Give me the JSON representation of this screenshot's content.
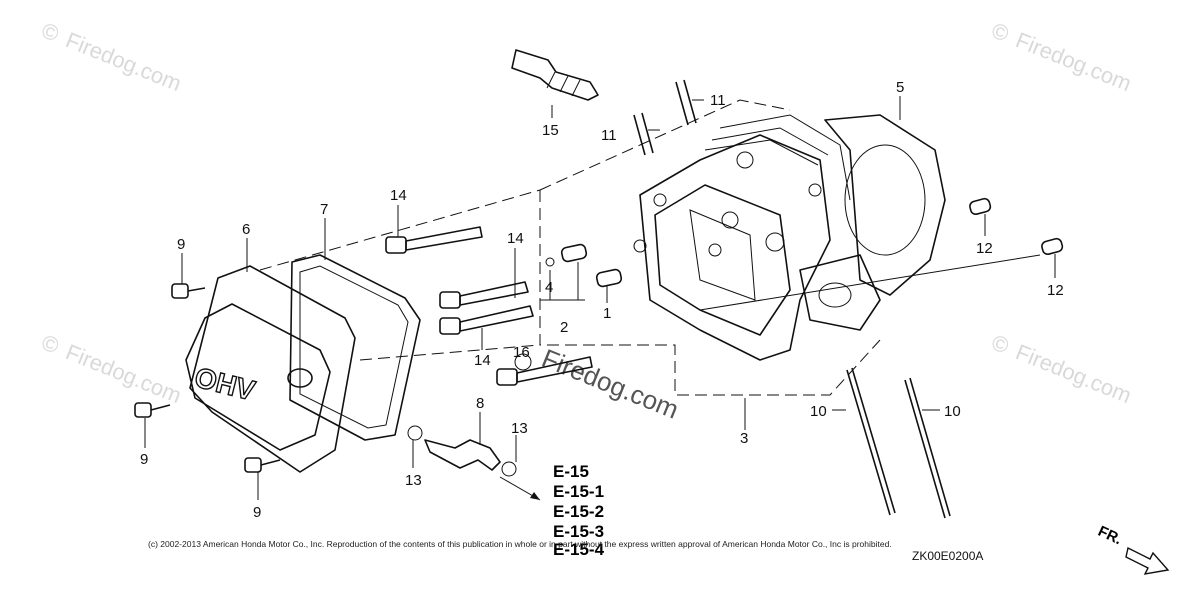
{
  "watermarks": {
    "text": "Firedog.com",
    "symbol": "©",
    "center_text": "Firedog.com"
  },
  "callouts": {
    "c1": "1",
    "c2": "2",
    "c3": "3",
    "c4": "4",
    "c5": "5",
    "c6": "6",
    "c7": "7",
    "c8": "8",
    "c9a": "9",
    "c9b": "9",
    "c9c": "9",
    "c10a": "10",
    "c10b": "10",
    "c11a": "11",
    "c11b": "11",
    "c12a": "12",
    "c12b": "12",
    "c13a": "13",
    "c13b": "13",
    "c14a": "14",
    "c14b": "14",
    "c14c": "14",
    "c15": "15",
    "c16": "16"
  },
  "cover_lettering": "OHV",
  "references": [
    "E-15",
    "E-15-1",
    "E-15-2",
    "E-15-3",
    "E-15-4"
  ],
  "copyright": "(c) 2002-2013 American Honda Motor Co., Inc. Reproduction of the contents of this publication in whole or in part without the express written approval of American Honda Motor Co., Inc is prohibited.",
  "diagram_code": "ZK00E0200A",
  "front_indicator": "FR."
}
